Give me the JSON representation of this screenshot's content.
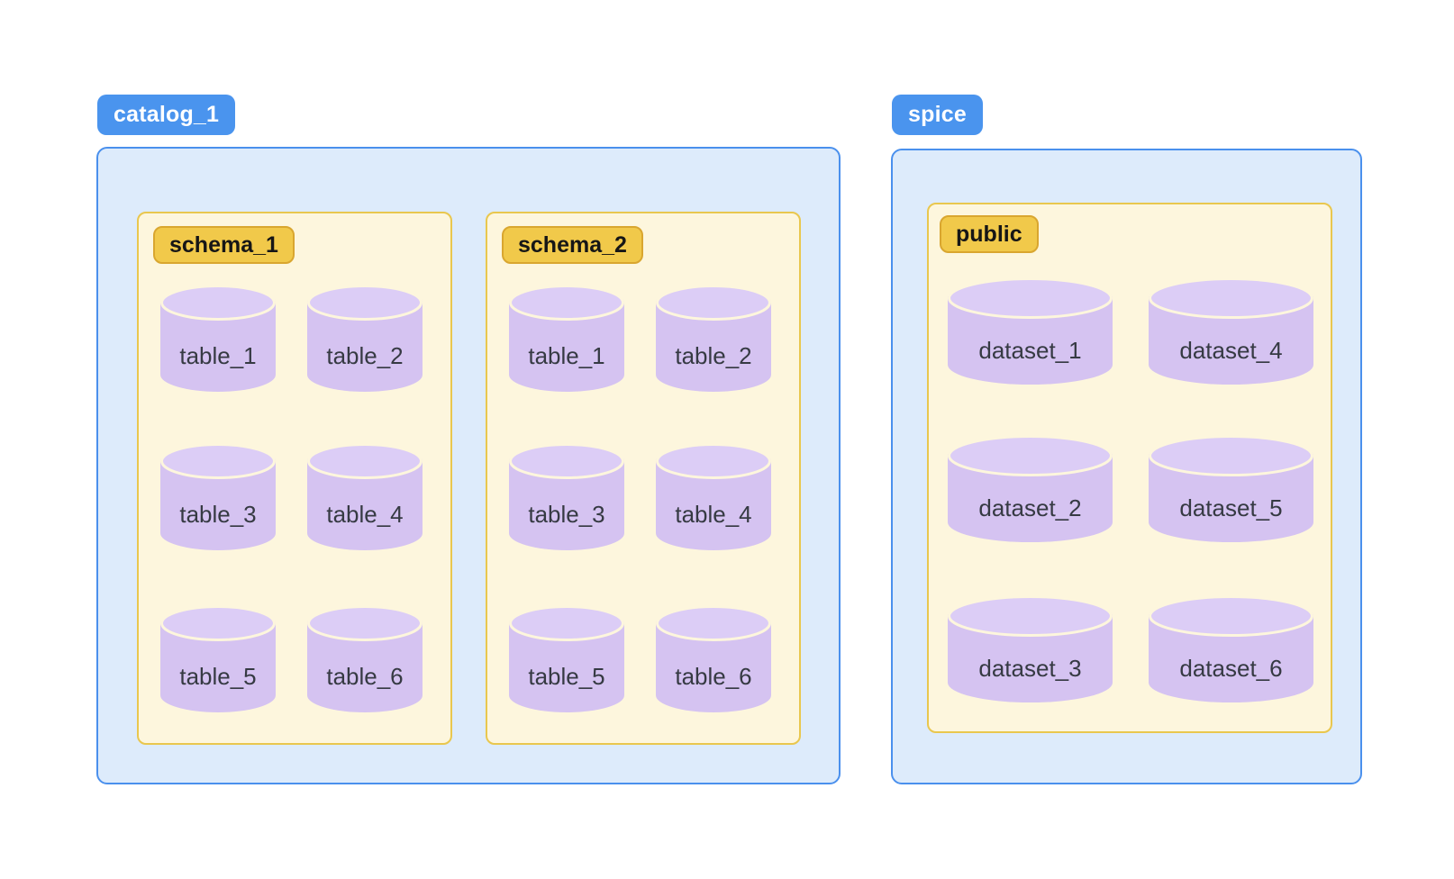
{
  "catalog": {
    "badge": "catalog_1",
    "schemas": [
      {
        "badge": "schema_1",
        "tables": [
          "table_1",
          "table_2",
          "table_3",
          "table_4",
          "table_5",
          "table_6"
        ]
      },
      {
        "badge": "schema_2",
        "tables": [
          "table_1",
          "table_2",
          "table_3",
          "table_4",
          "table_5",
          "table_6"
        ]
      }
    ]
  },
  "spice": {
    "badge": "spice",
    "schemas": [
      {
        "badge": "public",
        "datasets": [
          "dataset_1",
          "dataset_2",
          "dataset_3",
          "dataset_4",
          "dataset_5",
          "dataset_6"
        ]
      }
    ]
  },
  "icons": {
    "node_icon": "database-cylinder"
  },
  "colors": {
    "page_background": "#ffffff",
    "catalog_badge": "#4a94ee",
    "catalog_fill": "#ddebfb",
    "catalog_border": "#4a90ed",
    "schema_fill": "#fdf6dd",
    "schema_border": "#e9c74e",
    "schema_badge_fill": "#f1c94a",
    "schema_badge_border": "#d9a62f",
    "cylinder_body": "#d5c3f1",
    "cylinder_top": "#dccdf6",
    "cylinder_stroke": "#fdf6dd",
    "label_text": "#363a43"
  }
}
